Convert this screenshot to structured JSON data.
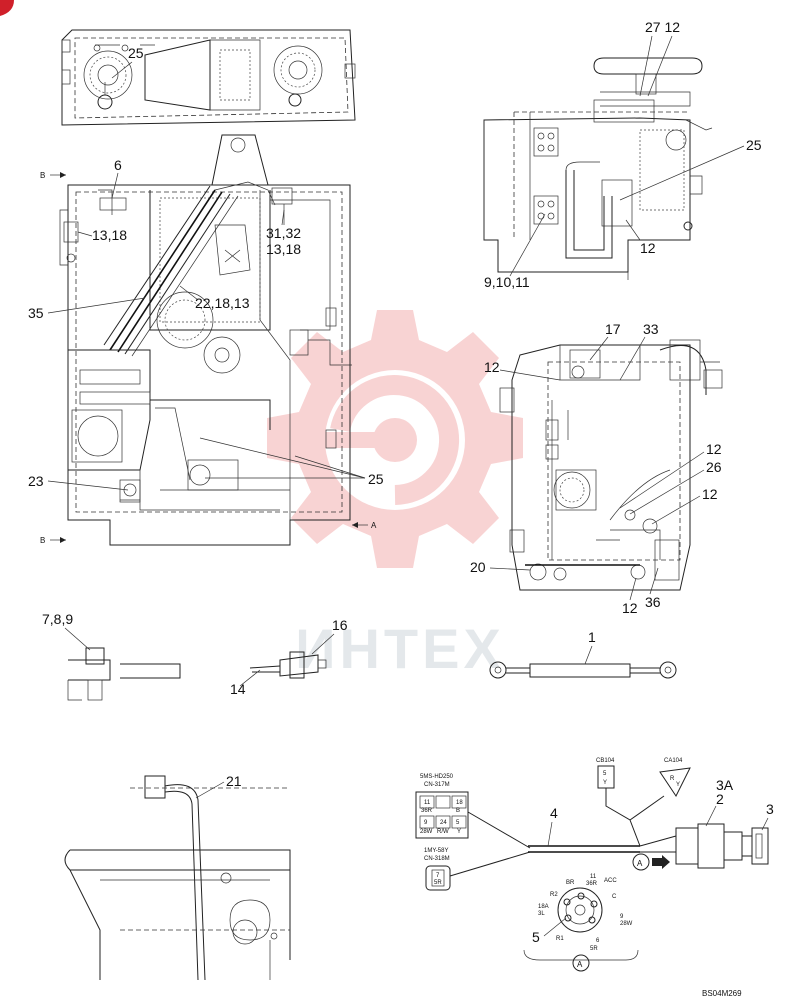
{
  "corner_mark": "",
  "drawing_code": "BS04M269",
  "watermark_text": "ИНТЕХ",
  "callouts": {
    "c25_top": "25",
    "c27_12": "27 12",
    "c25_right": "25",
    "c6": "6",
    "c13_18": "13,18",
    "c31_32": "31,32",
    "c13_18b": "13,18",
    "c22": "22,18,13",
    "c35": "35",
    "c12_mid": "12",
    "c9_10_11": "9,10,11",
    "c17": "17",
    "c33": "33",
    "c12_a": "12",
    "c23": "23",
    "c25_mid": "25",
    "c12_b": "12",
    "c26": "26",
    "c12_c": "12",
    "c20": "20",
    "c12_d": "12",
    "c36": "36",
    "c7_8_9": "7,8,9",
    "c16": "16",
    "c14": "14",
    "c1": "1",
    "c21": "21",
    "c4": "4",
    "c3A": "3A",
    "c2": "2",
    "c3": "3",
    "c5": "5"
  },
  "view_markers": {
    "b_top": "B",
    "b_bottom": "B",
    "a_arrow": "A",
    "a_circle_1": "A",
    "a_circle_2": "A"
  },
  "connectors": {
    "cn317_line1": "5MS-HD250",
    "cn317_line2": "CN-317M",
    "cn317_pins": [
      "11",
      "18",
      "",
      "9",
      "24",
      "5",
      "",
      "",
      ""
    ],
    "cn317_sub": [
      "36R",
      "B",
      "28W",
      "R/W",
      "Y"
    ],
    "cn318_line1": "1MY-58Y",
    "cn318_line2": "CN-318M",
    "cn318_pin": "7",
    "cn318_sub": "5R",
    "cb104": "CB104",
    "cb104_pins": [
      "5",
      "Y"
    ],
    "ca104": "CA104",
    "ca104_pins": [
      "R",
      "Y"
    ]
  },
  "switch_face": {
    "terminals": [
      "11",
      "36R",
      "ACC",
      "BR",
      "R2",
      "18A",
      "3L",
      "C",
      "9",
      "28W",
      "R1",
      "6",
      "5R"
    ]
  }
}
